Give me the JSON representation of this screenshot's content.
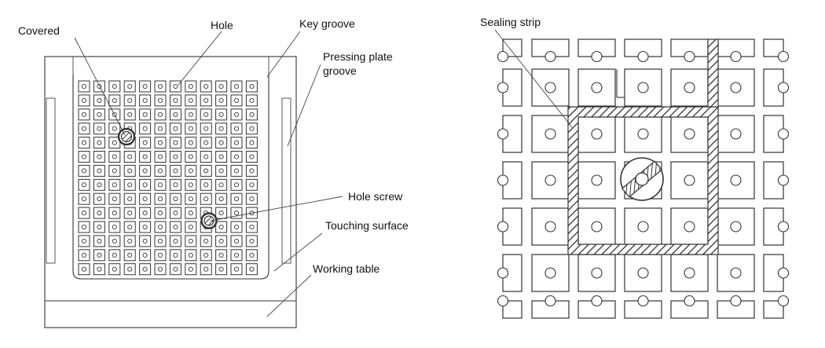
{
  "left_diagram": {
    "labels": {
      "covered": "Covered",
      "hole": "Hole",
      "key_groove": "Key groove",
      "pressing_plate_groove_line1": "Pressing plate",
      "pressing_plate_groove_line2": "groove",
      "hole_screw": "Hole screw",
      "touching_surface": "Touching surface",
      "working_table": "Working table"
    },
    "grid": {
      "columns": 12,
      "rows": 14
    }
  },
  "right_diagram": {
    "labels": {
      "sealing_strip": "Sealing strip"
    }
  },
  "colors": {
    "line": "#333333",
    "hatch": "#333333",
    "background": "#ffffff"
  }
}
